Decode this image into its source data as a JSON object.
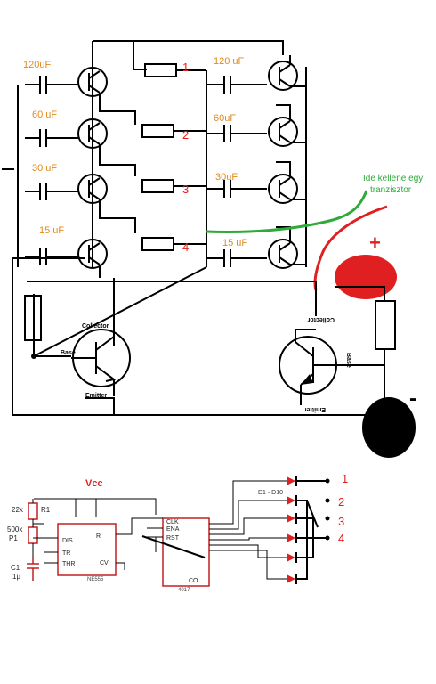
{
  "upper_circuit": {
    "capacitors_left": [
      "120uF",
      "60 uF",
      "30 uF",
      "15 uF"
    ],
    "capacitors_right": [
      "120 uF",
      "60uF",
      "30uF",
      "15 uF"
    ],
    "resistor_numbers": [
      "1",
      "2",
      "3",
      "4"
    ],
    "annotation": {
      "line1": "Ide kellene egy",
      "line2": "tranzisztor"
    },
    "plus_sign": "+",
    "minus_sign": "-",
    "transistor_left": {
      "collector": "Collector",
      "base": "Base",
      "emitter": "Emitter"
    },
    "transistor_right": {
      "collector": "Collector",
      "base": "Base",
      "emitter": "Emitter"
    },
    "colors": {
      "annotation_green": "#2eaa3a",
      "battery_red": "#e02020",
      "battery_black": "#000000",
      "label_orange": "#e08a1e"
    }
  },
  "lower_circuit": {
    "vcc": "Vcc",
    "r1_value": "22k",
    "r1_name": "R1",
    "p1_value": "500k",
    "p1_name": "P1",
    "c1_name": "C1",
    "c1_value": "1µ",
    "timer_pins": [
      "DIS",
      "TR",
      "THR",
      "R",
      "CV"
    ],
    "timer_name": "NE555",
    "counter_pins": [
      "CLK",
      "ENA",
      "RST",
      "CO"
    ],
    "counter_name": "4017",
    "diode_label": "D1 - D10",
    "outputs": [
      "1",
      "2",
      "3",
      "4"
    ]
  }
}
